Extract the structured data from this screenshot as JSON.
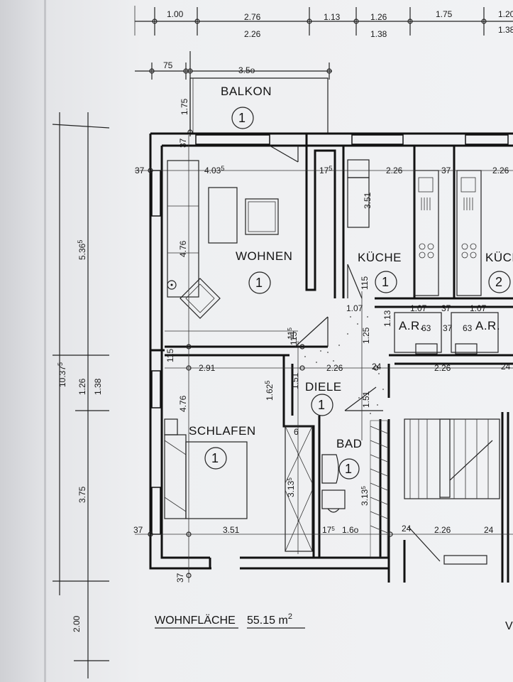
{
  "rooms": {
    "balkon": {
      "label": "BALKON",
      "num": "1"
    },
    "wohnen": {
      "label": "WOHNEN",
      "num": "1"
    },
    "kueche1": {
      "label": "KÜCHE",
      "num": "1"
    },
    "kueche2": {
      "label": "KÜCH",
      "num": "2"
    },
    "schlafen": {
      "label": "SCHLAFEN",
      "num": "1"
    },
    "diele": {
      "label": "DIELE",
      "num": "1"
    },
    "bad": {
      "label": "BAD",
      "num": "1"
    },
    "ar1": {
      "label": "A.R."
    },
    "ar2": {
      "label": "A.R."
    }
  },
  "top_dims": {
    "row1": [
      "1.00",
      "2.76",
      "1.13",
      "1.26",
      "1.75",
      "1.20"
    ],
    "row2": [
      "2.26",
      "1.38",
      "1.38"
    ]
  },
  "balcony_dims": {
    "left": "75",
    "width": "3.5o",
    "depth": "1.75",
    "corner": "37"
  },
  "left_dims": {
    "total": "10.37",
    "total_sup": "5",
    "upper": "5.36",
    "upper_sup": "5",
    "mid1": "1.26",
    "mid2": "1.38",
    "lower": "3.75",
    "bottom": "2.00"
  },
  "room_dims": {
    "wohnen_w": "4.03",
    "wohnen_w_sup": "5",
    "wohnen_h": "4.76",
    "wall37_1": "37",
    "wall175": "17",
    "wall175_sup": "5",
    "kueche_w": "2.26",
    "kueche_w2": "2.26",
    "kueche_depth": "3.51",
    "wall37_2": "37",
    "schlafen_w": "2.91",
    "schlafen_h": "4.76",
    "wall115a": "115",
    "wall115b": "115",
    "diele_w": "2.26",
    "diele_h": "1.62",
    "diele_h_sup": "5",
    "diele_door": "1.51",
    "diele_door2": "1.51",
    "wall24": "24",
    "wall24b": "24",
    "ar_w": "1.07",
    "ar_w2": "1.07",
    "ar_w3": "1.07",
    "ar_d": "63",
    "ar_d2": "63",
    "wall37_3": "37",
    "wall37_4": "37",
    "kueche_small": "1.25",
    "kueche_small2": "1.13",
    "wall115c": "115",
    "bad_h": "3.13",
    "bad_h_sup": "5",
    "bad_h2": "3.13",
    "bad_h2_sup": "5",
    "bad_w": "1.6o",
    "wall175b": "17",
    "wall175b_sup": "5",
    "wall6": "6",
    "schlafen_w2": "3.51",
    "wall37_5": "37",
    "wall37_6": "37",
    "stair_w": "2.26",
    "stair_wall": "24",
    "stair_wall2": "24",
    "wall115d": "11",
    "wall115d_sup": "5"
  },
  "footer": {
    "area_label": "WOHNFLÄCHE",
    "area_value": "55.15 m",
    "area_sup": "2",
    "cut_letter": "V"
  }
}
